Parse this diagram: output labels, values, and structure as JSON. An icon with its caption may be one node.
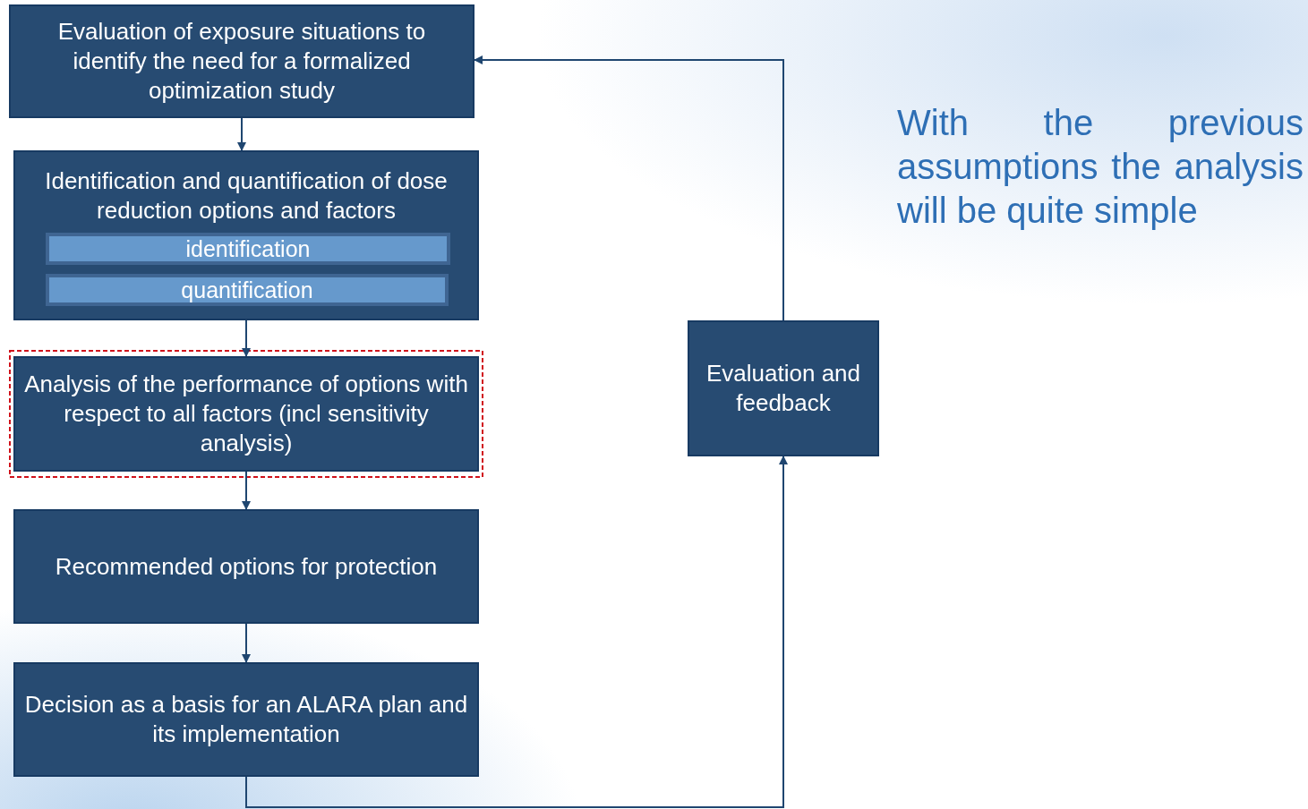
{
  "diagram": {
    "nodes": [
      {
        "text": [
          "Evaluation of exposure situations to identify the need for a formalized optimization study"
        ]
      },
      {
        "text": [
          "Identification and quantification of dose reduction options and factors"
        ]
      },
      {
        "text": [
          "identification"
        ],
        "in": 1
      },
      {
        "text": [
          "quantification"
        ],
        "in": 1
      },
      {
        "text": [
          "Analysis of the performance of options with respect to all factors (incl sensitivity analysis)"
        ]
      },
      {
        "text": [
          "Recommended options for protection"
        ]
      },
      {
        "text": [
          "Decision as a basis for an ALARA plan and its implementation"
        ]
      },
      {
        "text": [
          "Evaluation and feedback"
        ]
      }
    ],
    "edges": [
      {
        "from": 0,
        "to": 1,
        "arrow": "to"
      },
      {
        "from": 1,
        "to": 4,
        "arrow": "to"
      },
      {
        "from": 4,
        "to": 5,
        "arrow": "to"
      },
      {
        "from": 5,
        "to": 6,
        "arrow": "to"
      },
      {
        "from": 6,
        "to": 7,
        "arrow": "to"
      },
      {
        "from": 7,
        "to": 0,
        "arrow": "to"
      }
    ],
    "labels": [
      "With the previous assumptions the analysis will be quite simple"
    ]
  }
}
